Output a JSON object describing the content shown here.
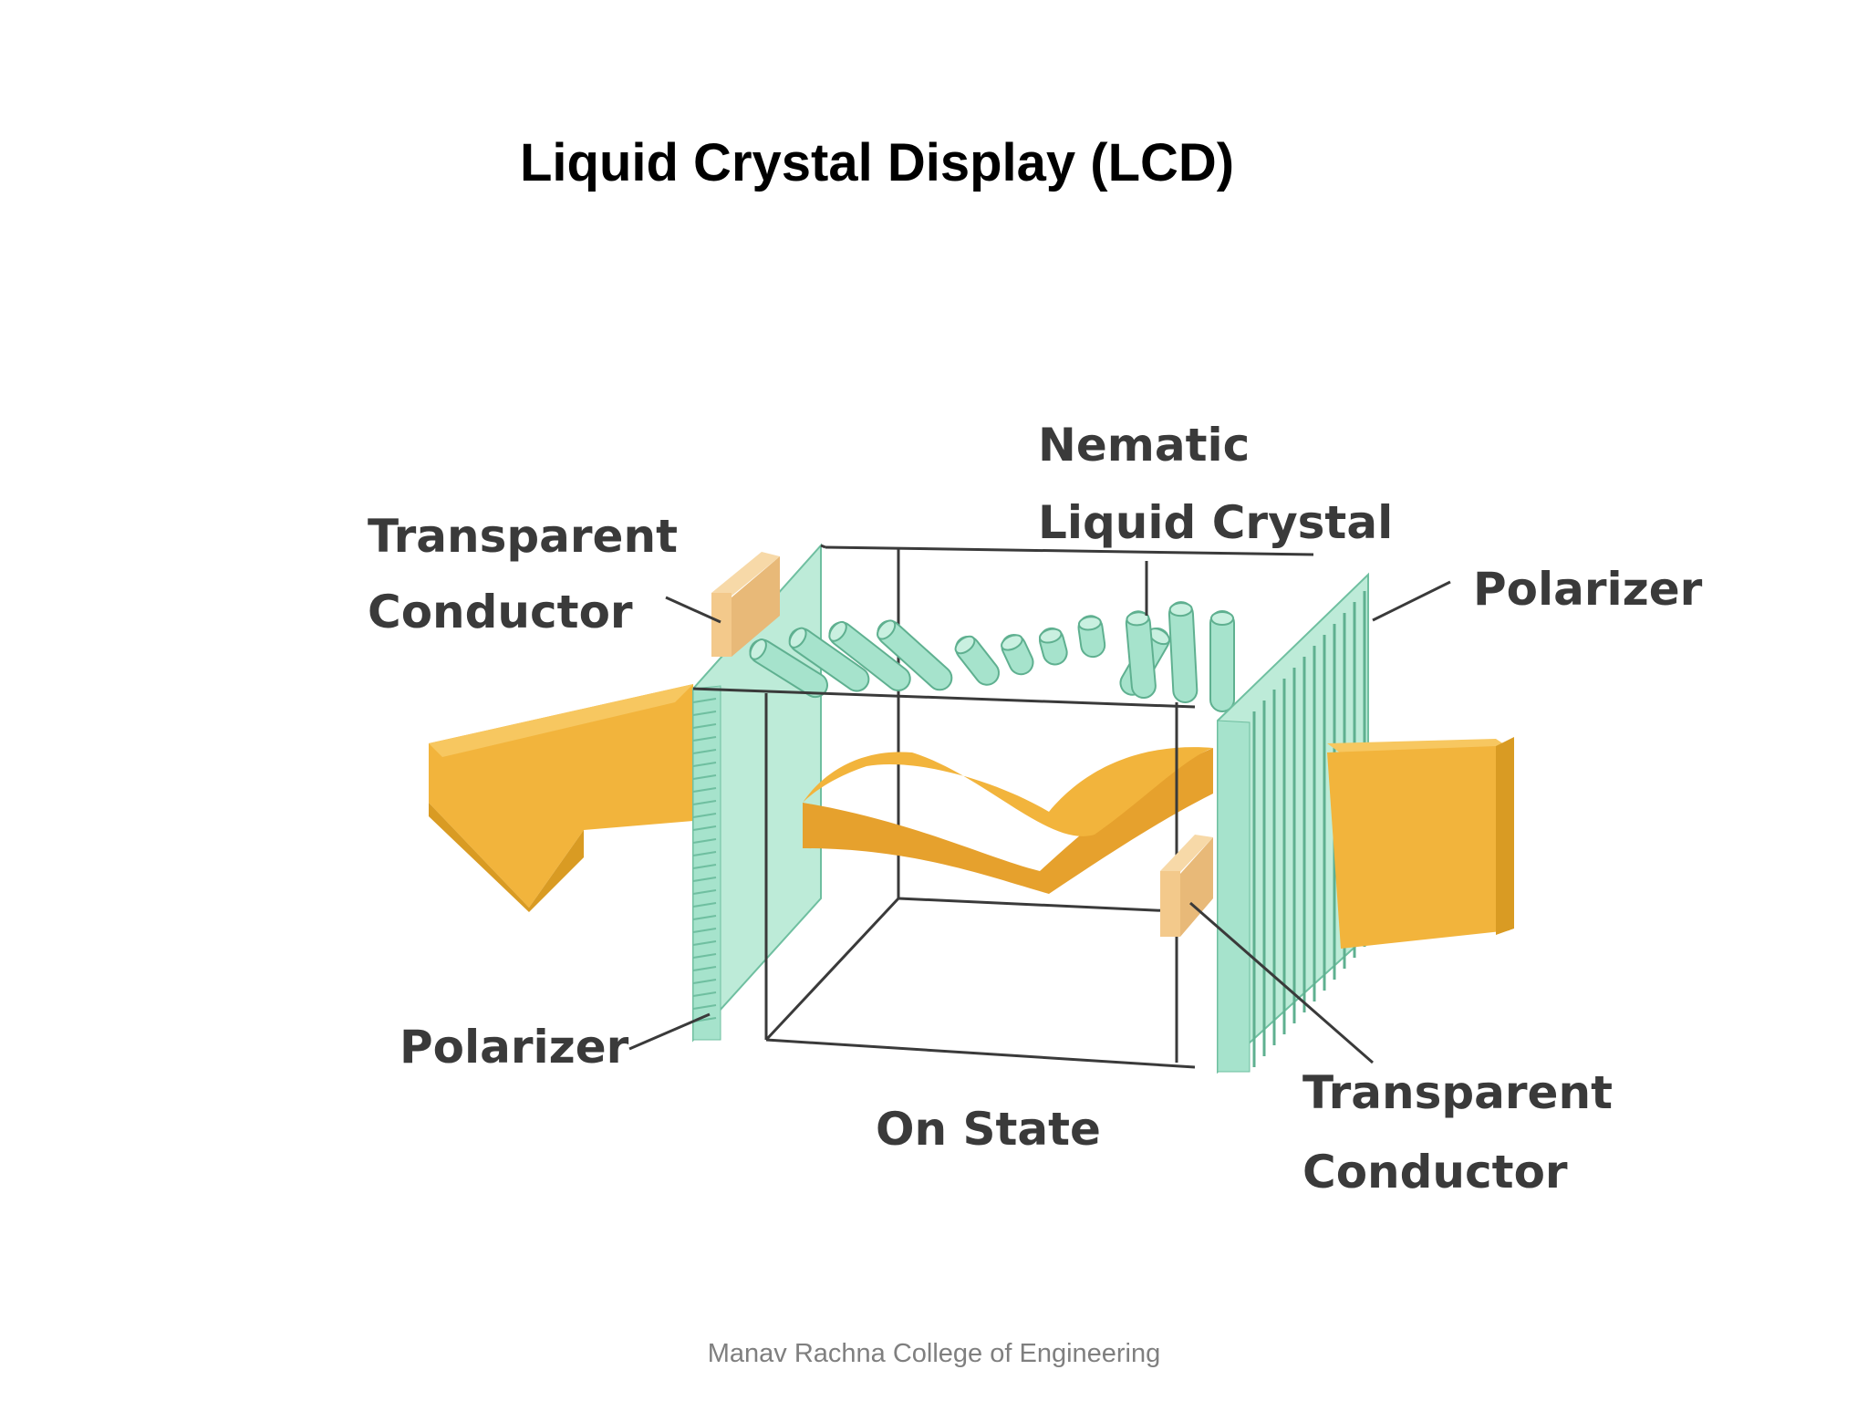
{
  "slide": {
    "title": "Liquid Crystal Display (LCD)",
    "footer": "Manav Rachna College of Engineering"
  },
  "diagram": {
    "labels": {
      "nematic_line1": "Nematic",
      "nematic_line2": "Liquid Crystal",
      "transparent_conductor_left_line1": "Transparent",
      "transparent_conductor_left_line2": "Conductor",
      "polarizer_right": "Polarizer",
      "polarizer_left": "Polarizer",
      "on_state": "On State",
      "transparent_conductor_right_line1": "Transparent",
      "transparent_conductor_right_line2": "Conductor"
    },
    "colors": {
      "light": "#f2b43c",
      "crystal": "#a6e3cc",
      "conductor": "#f3c98b",
      "frame": "#3a3a3a"
    }
  }
}
